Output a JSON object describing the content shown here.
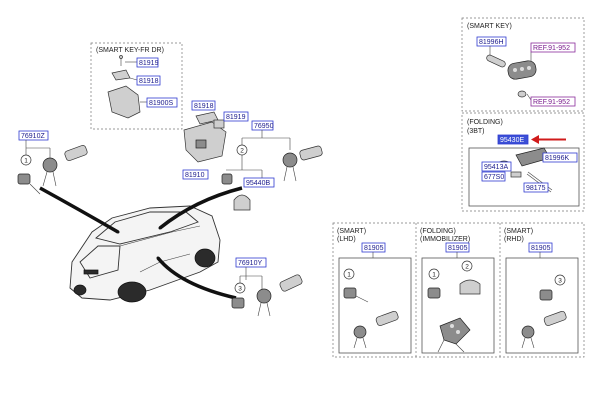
{
  "groups": {
    "smart_key_fr_dr": "(SMART KEY-FR DR)",
    "smart_key": "(SMART KEY)",
    "folding_3bt_1": "(FOLDING)",
    "folding_3bt_2": "(3BT)",
    "smart_lhd_1": "(SMART)",
    "smart_lhd_2": "(LHD)",
    "folding_immo_1": "(FOLDING)",
    "folding_immo_2": "(IMMOBILIZER)",
    "smart_rhd_1": "(SMART)",
    "smart_rhd_2": "(RHD)"
  },
  "parts": {
    "p81919_fr": "81919",
    "p81918_fr": "81918",
    "p81900s": "81900S",
    "p76910z": "76910Z",
    "p81918": "81918",
    "p81919": "81919",
    "p76950": "76950",
    "p81910": "81910",
    "p95440b": "95440B",
    "p76910y": "76910Y",
    "p81996h": "81996H",
    "p81996k": "81996K",
    "p95430e": "95430E",
    "p95413a": "95413A",
    "p677s0": "677S0",
    "p98175": "98175",
    "p81905_a": "81905",
    "p81905_b": "81905",
    "p81905_c": "81905"
  },
  "refs": {
    "ref_top": "REF.91-952",
    "ref_bottom": "REF.91-952"
  },
  "callouts": {
    "c1_left": "1",
    "c2_center": "2",
    "c3_bottom": "3",
    "c1_lhd": "1",
    "c2_immo": "2",
    "c3_rhd": "3"
  },
  "colors": {
    "part_box_border": "#2f3bd0",
    "highlight_fill": "#3b4fd6",
    "ref_border": "#8a2c9b",
    "arrow": "#d01b1b"
  }
}
